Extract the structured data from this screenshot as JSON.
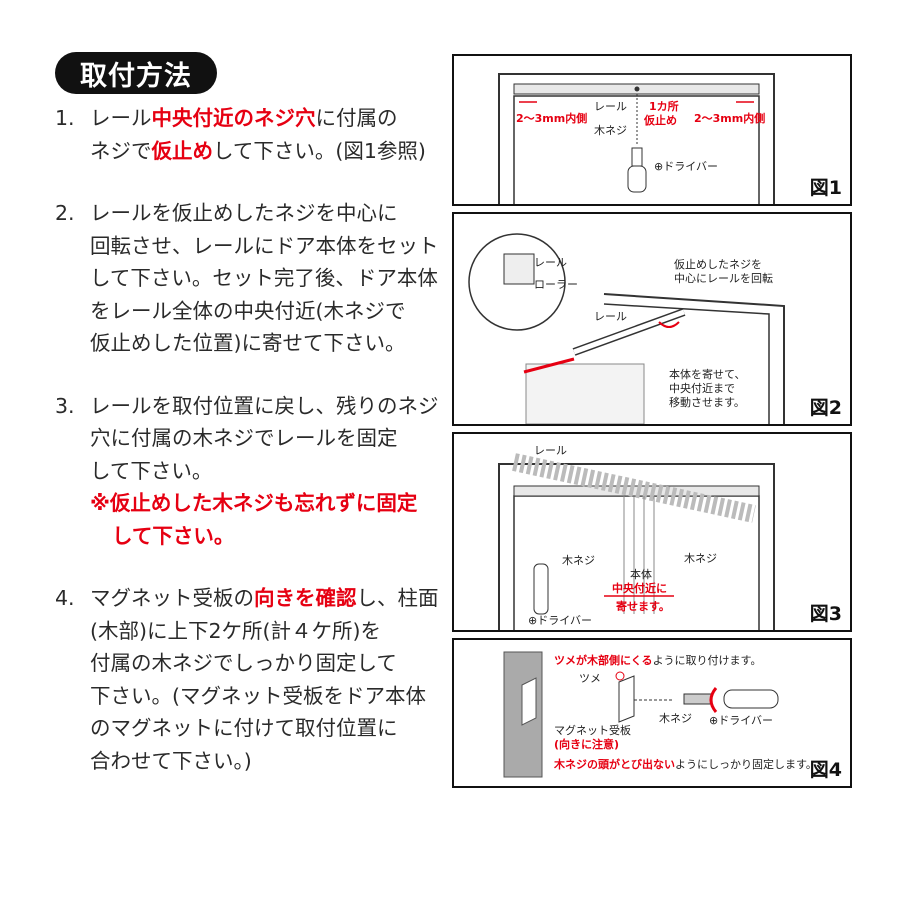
{
  "title": "取付方法",
  "steps": [
    {
      "num": "1.",
      "line1a": "レール",
      "line1b": "中央付近のネジ穴",
      "line1c": "に付属の",
      "line2a": "ネジで",
      "line2b": "仮止め",
      "line2c": "して下さい。(図1参照)"
    },
    {
      "num": "2.",
      "l1": "レールを仮止めしたネジを中心に",
      "l2": "回転させ、レールにドア本体をセット",
      "l3": "して下さい。セット完了後、ドア本体",
      "l4": "をレール全体の中央付近(木ネジで",
      "l5": "仮止めした位置)に寄せて下さい。"
    },
    {
      "num": "3.",
      "l1": "レールを取付位置に戻し、残りのネジ",
      "l2": "穴に付属の木ネジでレールを固定",
      "l3": "して下さい。",
      "note1": "※仮止めした木ネジも忘れずに固定",
      "note2": "して下さい。"
    },
    {
      "num": "4.",
      "l1a": "マグネット受板の",
      "l1b": "向きを確認",
      "l1c": "し、柱面",
      "l2": "(木部)に上下2ケ所(計４ケ所)を",
      "l3": "付属の木ネジでしっかり固定して",
      "l4": "下さい。(マグネット受板をドア本体",
      "l5": "のマグネットに付けて取付位置に",
      "l6": "合わせて下さい。)"
    }
  ],
  "figures": {
    "fig1": {
      "label": "図1",
      "rail": "レール",
      "one_spot": "1カ所",
      "temp": "仮止め",
      "gap_left": "2～3mm内側",
      "gap_right": "2～3mm内側",
      "wood_screw": "木ネジ",
      "driver": "⊕ドライバー"
    },
    "fig2": {
      "label": "図2",
      "rail": "レール",
      "roller": "ローラー",
      "rotate1": "仮止めしたネジを",
      "rotate2": "中心にレールを回転",
      "rail2": "レール",
      "move1": "本体を寄せて、",
      "move2": "中央付近まで",
      "move3": "移動させます。"
    },
    "fig3": {
      "label": "図3",
      "rail": "レール",
      "wood_screw_l": "木ネジ",
      "wood_screw_r": "木ネジ",
      "body": "本体",
      "center1": "中央付近に",
      "center2": "寄せます。",
      "driver": "⊕ドライバー"
    },
    "fig4": {
      "label": "図4",
      "top_red": "ツメが木部側にくる",
      "top_black": "ように取り付けます。",
      "tsume": "ツメ",
      "plate": "マグネット受板",
      "caution": "(向きに注意)",
      "wood_screw": "木ネジ",
      "driver": "⊕ドライバー",
      "bottom_red": "木ネジの頭がとび出ない",
      "bottom_black": "ようにしっかり固定します。"
    }
  },
  "colors": {
    "accent": "#e60012",
    "text": "#222222"
  }
}
